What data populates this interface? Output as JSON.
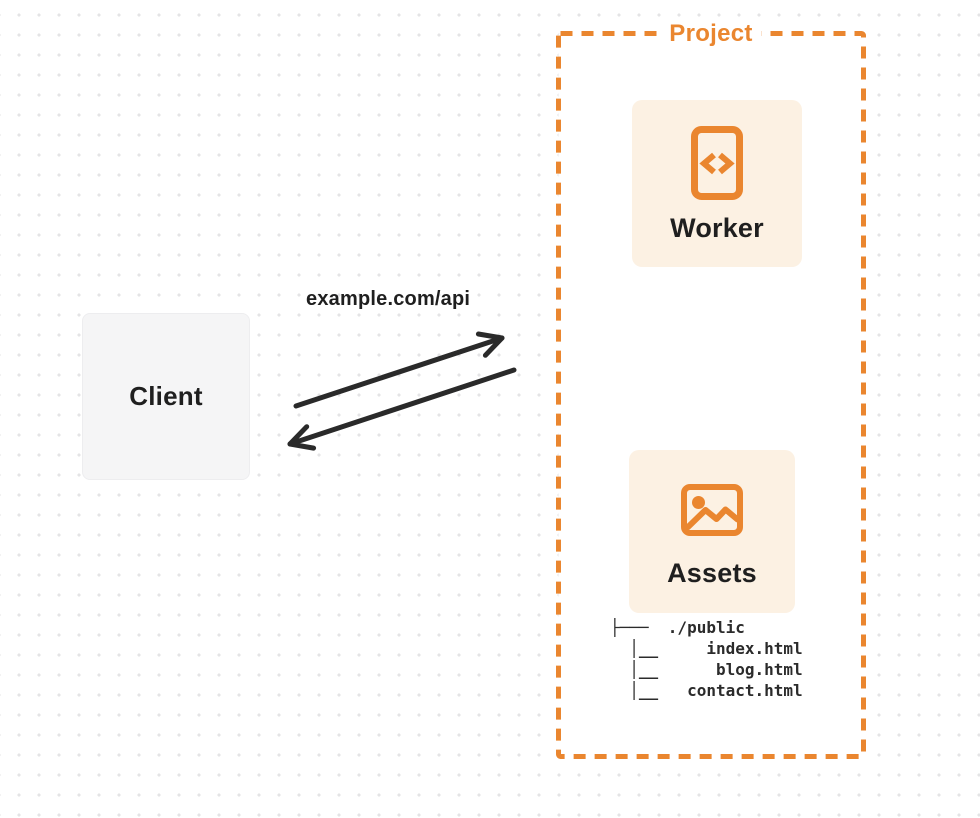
{
  "diagram": {
    "client": {
      "label": "Client"
    },
    "request": {
      "url_label": "example.com/api"
    },
    "project": {
      "title": "Project",
      "nodes": [
        {
          "label": "Worker",
          "icon": "code-file-icon"
        },
        {
          "label": "Assets",
          "icon": "image-gallery-icon"
        }
      ],
      "file_tree": {
        "lines": [
          "├───  ./public",
          "  │__     index.html",
          "  │__      blog.html",
          "  │__   contact.html"
        ]
      }
    },
    "colors": {
      "accent_orange": "#EA862F",
      "card_background": "#FCF1E3",
      "client_background": "#F5F5F6",
      "arrow_dark": "#2A2A2A",
      "text_dark": "#1F1F1F",
      "dot_grid": "#E4E4E6"
    }
  }
}
